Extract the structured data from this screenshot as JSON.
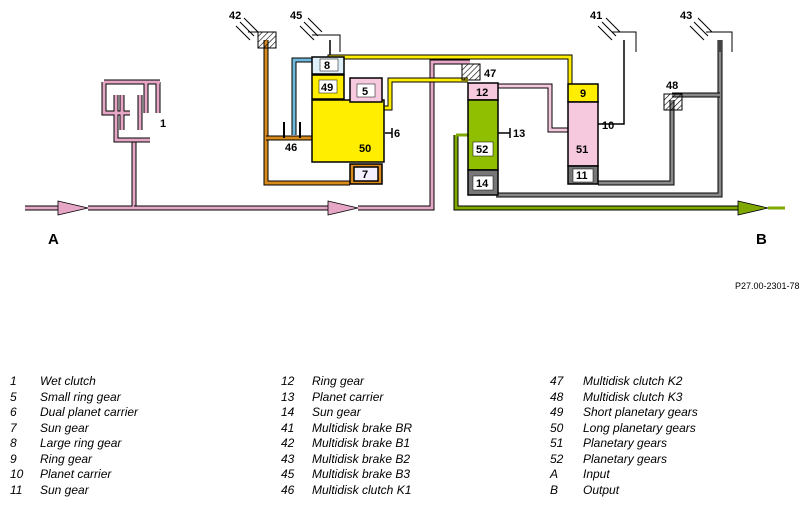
{
  "diagram": {
    "label_1": "1",
    "label_5": "5",
    "label_6": "6",
    "label_7": "7",
    "label_8": "8",
    "label_9": "9",
    "label_10": "10",
    "label_11": "11",
    "label_12": "12",
    "label_13": "13",
    "label_14": "14",
    "label_41": "41",
    "label_42": "42",
    "label_43": "43",
    "label_45": "45",
    "label_46": "46",
    "label_47": "47",
    "label_48": "48",
    "label_49": "49",
    "label_50": "50",
    "label_51": "51",
    "label_52": "52",
    "input_label": "A",
    "output_label": "B",
    "colors": {
      "input_path": "#e6a7c6",
      "output_path": "#7fa800",
      "yellow": "#ffee00",
      "pink": "#f6c9df",
      "green": "#8fbf00",
      "gray": "#777777",
      "orange": "#d98a1a",
      "blue": "#6fb9dc"
    }
  },
  "reference": "P27.00-2301-78",
  "legend": {
    "col1": [
      {
        "num": "1",
        "text": "Wet clutch"
      },
      {
        "num": "5",
        "text": "Small ring gear"
      },
      {
        "num": "6",
        "text": "Dual planet carrier"
      },
      {
        "num": "7",
        "text": "Sun gear"
      },
      {
        "num": "8",
        "text": "Large ring gear"
      },
      {
        "num": "9",
        "text": "Ring gear"
      },
      {
        "num": "10",
        "text": "Planet carrier"
      },
      {
        "num": "11",
        "text": "Sun gear"
      }
    ],
    "col2": [
      {
        "num": "12",
        "text": "Ring gear"
      },
      {
        "num": "13",
        "text": "Planet carrier"
      },
      {
        "num": "14",
        "text": "Sun gear"
      },
      {
        "num": "41",
        "text": "Multidisk brake BR"
      },
      {
        "num": "42",
        "text": "Multidisk brake B1"
      },
      {
        "num": "43",
        "text": "Multidisk brake B2"
      },
      {
        "num": "45",
        "text": "Multidisk brake B3"
      },
      {
        "num": "46",
        "text": "Multidisk clutch K1"
      }
    ],
    "col3": [
      {
        "num": "47",
        "text": "Multidisk clutch K2"
      },
      {
        "num": "48",
        "text": "Multidisk clutch K3"
      },
      {
        "num": "49",
        "text": "Short planetary gears"
      },
      {
        "num": "50",
        "text": "Long planetary gears"
      },
      {
        "num": "51",
        "text": "Planetary gears"
      },
      {
        "num": "52",
        "text": "Planetary gears"
      },
      {
        "num": "A",
        "text": "Input"
      },
      {
        "num": "B",
        "text": "Output"
      }
    ]
  }
}
